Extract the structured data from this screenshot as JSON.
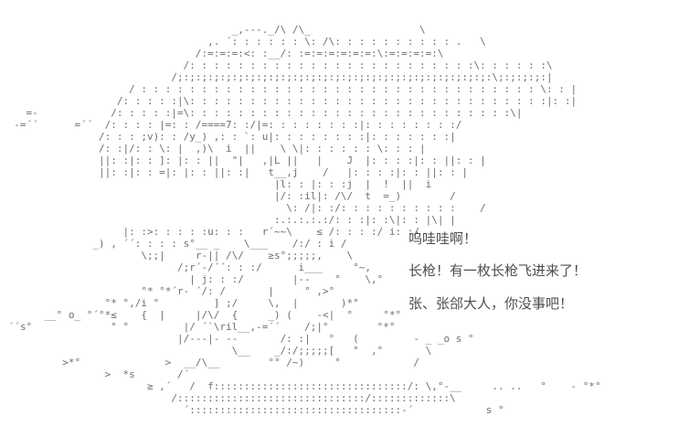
{
  "page": {
    "background_color": "#ffffff",
    "aa_color": "#6e6e6e",
    "dialogue_color": "#4d4d4d"
  },
  "ascii_art": {
    "lines": [
      "                                      _,---._/\\ /\\_                  \\",
      "                                  ,. ´: : : : : : \\: /\\: : : : : : : : : : .   \\",
      "                                /:=:=:=:<: :__/: :=:=:=:=:=:=:\\:=:=:=:=:\\",
      "                              /: : : : : : : : : : : : : : : : : : : : : : : :\\: : : : : :\\",
      "                            /;:;:;:;:;:;:;:;:;:;:;:;:;:;:;:;:;:;:;:;:;:;:;:;:;:;:\\;:;:;:;:|",
      "                     / : : : : : : : : : : : : : : : : : : : : : : : : : : : : : : : : : \\: : |",
      "                   /: : : : :|\\: : : : : : : : : : : : : : : : : : : : : : : : : : : : : :|: :|",
      "    =-            /: : : : :|=\\: : : : : : : : : : : : : : : : : : : : : : : : : : :\\|",
      "  -=´´      =´´  /: : : : |=: : /====7: :/|=: : : : : : : :|: : : : : : : :/",
      "                /: : : ;v): : /y_) ,: : `: u|: : : : : : : :|: : : : : : :|",
      "                /: :|/: : \\: |  ,)\\  i  ||    \\ \\|: : : : : : \\: : : |",
      "                ||: :|: : ]: |: : ||  \"|   ,|L ||   |    J  |: : : :|: : ||: : |",
      "                ||: :|: : =|: |: : ||: :|   t__,j    /   |: : : :|: : ||: : |",
      "                                             |l: : |: : :j  |  !  ||  i",
      "                                             |/: :il|: /\\/  t  =_)        /",
      "                                               \\: /|: :/: : : : : : : : : :    /",
      "                                             :.:.:.:.:/: : :|: :\\|: : |\\| |",
      "                    |: :>: : : : :u: : :   r´~~\\    ≤ /: : : :/ i: :/",
      "               _) , ´´: : : : s°__ _    \\___    /:/ : i /",
      "                       \\;;|     r-|| /\\/    ≥s°;;;;;,    \\",
      "                             /;r´-/´´: : :/      i___     °~,",
      "                               | j: : :/        |--    °    \\,°",
      "                       °* °*´r- ´/: /       |     ° ,>°",
      "                 °* °,/i °         ] ;/     \\,  |       )*°",
      "       __° o_ °´°*≤    {  |     |/\\/  {     _) (    -<|  °     °*°",
      " ´´s°             ° °         |/ ´`\\ril__,-=´´    /;|°        °*°",
      "                             |/---|- --       /: :|   °   (         - _ _o s °",
      "                                      \\__    _/:/;;;;;[   °  ,°       \\",
      "          >*°              >  __/\\__        °° /~)     °            /",
      "                 >  *s       /´",
      "                        ≥ ,´   /  f::::::::::::::::::::::::::::::::/: \\,°-__     .. ..   °    - °*°",
      "                            /:::::::::::::::::::::::::::::::/:::::::::::::\\",
      "                              ´:::::::::::::::::::::::::::::::::::-´            s °"
    ]
  },
  "dialogue": [
    {
      "text": "呜哇哇啊！"
    },
    {
      "text": "长枪！有一枚长枪飞进来了！"
    },
    {
      "text": "张、张郃大人，你没事吧！"
    }
  ]
}
